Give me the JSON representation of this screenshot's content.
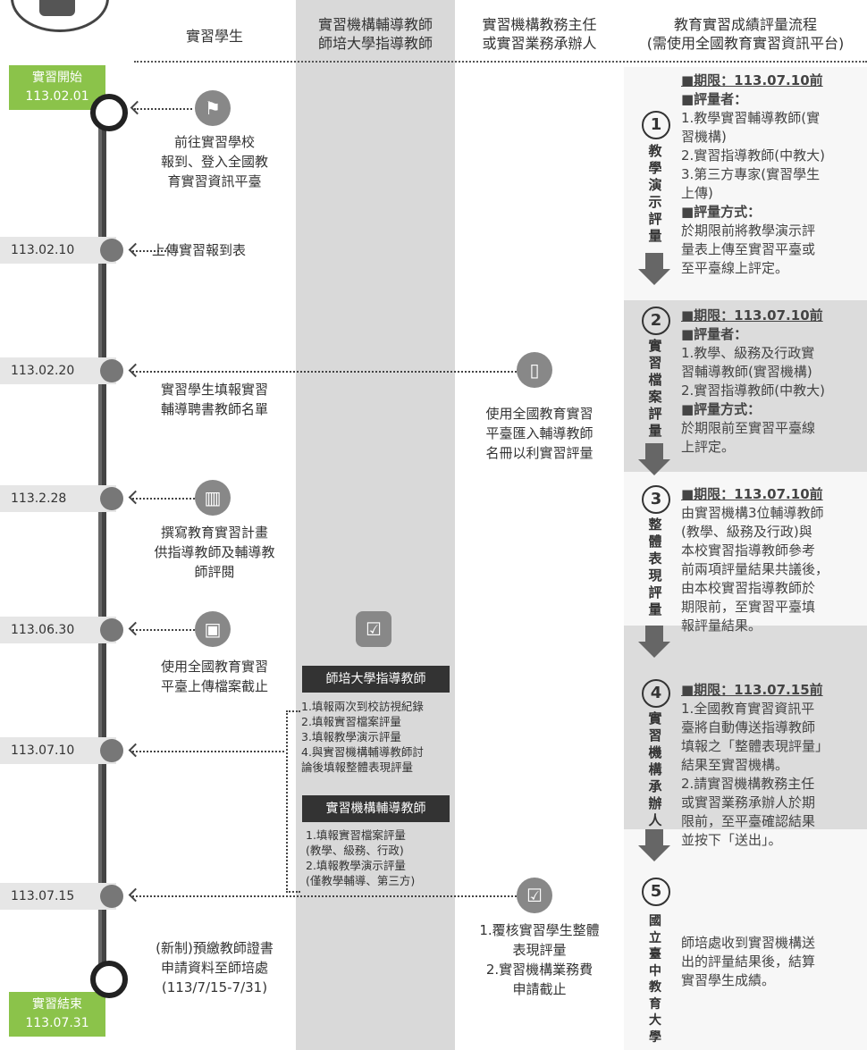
{
  "headers": {
    "student": "實習學生",
    "mentor": [
      "實習機構輔導教師",
      "師培大學指導教師"
    ],
    "director": [
      "實習機構教務主任",
      "或實習業務承辦人"
    ],
    "flow": [
      "教育實習成績評量流程",
      "(需使用全國教育實習資訊平台)"
    ]
  },
  "milestones": {
    "start_label": "實習開始",
    "start_date": "113.02.01",
    "end_label": "實習結束",
    "end_date": "113.07.31"
  },
  "dates": [
    "113.02.10",
    "113.02.20",
    "113.2.28",
    "113.06.30",
    "113.07.10",
    "113.07.15"
  ],
  "student_tasks": {
    "t1": [
      "前往實習學校",
      "報到、登入全國教",
      "育實習資訊平臺"
    ],
    "t2": "上傳實習報到表",
    "t3": [
      "實習學生填報實習",
      "輔導聘書教師名單"
    ],
    "t4": [
      "撰寫教育實習計畫",
      "供指導教師及輔導教",
      "師評閱"
    ],
    "t5": [
      "使用全國教育實習",
      "平臺上傳檔案截止"
    ],
    "t6": [
      "(新制)預繳教師證書",
      "申請資料至師培處",
      "(113/7/15-7/31)"
    ]
  },
  "director_tasks": {
    "d1": [
      "使用全國教育實習",
      "平臺匯入輔導教師",
      "名冊以利實習評量"
    ],
    "d2": [
      "1.覆核實習學生整體",
      "表現評量",
      "2.實習機構業務費",
      "申請截止"
    ]
  },
  "mentor_boxes": {
    "univ_title": "師培大學指導教師",
    "univ_items": [
      "1.填報兩次到校訪視紀錄",
      "2.填報實習檔案評量",
      "3.填報教學演示評量",
      "4.與實習機構輔導教師討",
      "論後填報整體表現評量"
    ],
    "inst_title": "實習機構輔導教師",
    "inst_items": [
      "1.填報實習檔案評量",
      "(教學、級務、行政)",
      "2.填報教學演示評量",
      "(僅教學輔導、第三方)"
    ]
  },
  "flow": {
    "s1": {
      "num": "1",
      "title": "教學演示評量",
      "lines": [
        "■期限：113.07.10前",
        "■評量者：",
        "1.教學實習輔導教師(實",
        "習機構)",
        "2.實習指導教師(中教大)",
        "3.第三方專家(實習學生",
        "上傳)",
        "■評量方式：",
        "於期限前將教學演示評",
        "量表上傳至實習平臺或",
        "至平臺線上評定。"
      ]
    },
    "s2": {
      "num": "2",
      "title": "實習檔案評量",
      "lines": [
        "■期限：113.07.10前",
        "■評量者：",
        "1.教學、級務及行政實",
        "習輔導教師(實習機構)",
        "2.實習指導教師(中教大)",
        "■評量方式：",
        "於期限前至實習平臺線",
        "上評定。"
      ]
    },
    "s3": {
      "num": "3",
      "title": "整體表現評量",
      "lines": [
        "■期限：113.07.10前",
        "由實習機構3位輔導教師",
        "(教學、級務及行政)與",
        "本校實習指導教師參考",
        "前兩項評量結果共議後，",
        "由本校實習指導教師於",
        "期限前，至實習平臺填",
        "報評量結果。"
      ]
    },
    "s4": {
      "num": "4",
      "title": "實習機構承辦人",
      "lines": [
        "■期限：113.07.15前",
        "1.全國教育實習資訊平",
        "臺將自動傳送指導教師",
        "填報之「整體表現評量」",
        "結果至實習機構。",
        "2.請實習機構教務主任",
        "或實習業務承辦人於期",
        "限前，至平臺確認結果",
        "並按下「送出」。"
      ]
    },
    "s5": {
      "num": "5",
      "title": "國立臺中教育大學",
      "lines": [
        "師培處收到實習機構送",
        "出的評量結果後，結算",
        "實習學生成績。"
      ]
    }
  }
}
